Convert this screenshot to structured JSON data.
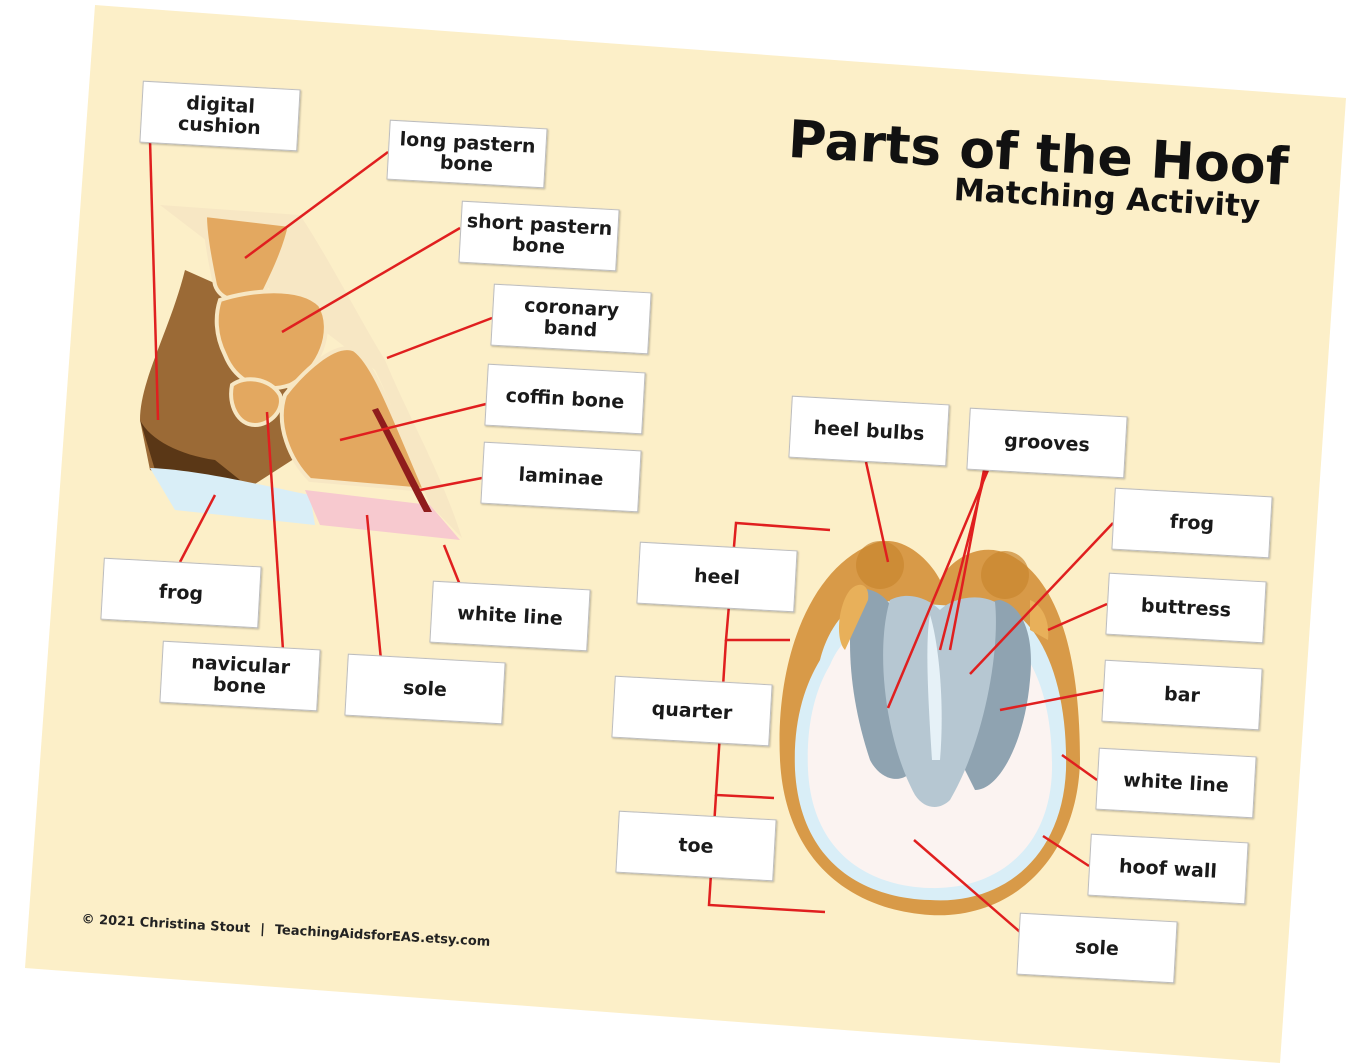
{
  "title": "Parts of the Hoof",
  "subtitle": "Matching Activity",
  "footer": {
    "copyright": "© 2021 Christina Stout",
    "separator": "|",
    "website": "TeachingAidsforEAS.etsy.com"
  },
  "side_view_labels": {
    "digital_cushion": "digital\ncushion",
    "long_pastern_bone": "long pastern\nbone",
    "short_pastern_bone": "short pastern\nbone",
    "coronary_band": "coronary\nband",
    "coffin_bone": "coffin bone",
    "laminae": "laminae",
    "frog": "frog",
    "navicular_bone": "navicular\nbone",
    "sole": "sole",
    "white_line": "white line"
  },
  "bottom_view_labels": {
    "heel_bulbs": "heel bulbs",
    "grooves": "grooves",
    "frog": "frog",
    "buttress": "buttress",
    "bar": "bar",
    "white_line": "white line",
    "hoof_wall": "hoof wall",
    "sole": "sole",
    "heel": "heel",
    "quarter": "quarter",
    "toe": "toe"
  },
  "colors": {
    "background": "#fcefc8",
    "leader_line": "#e01f1f",
    "bone": "#e3a860",
    "bone_outline": "#f7e7c4",
    "digital_cushion_dark": "#5a3716",
    "hoof_wall_brown": "#9b6a36",
    "frog_blue": "#d9eef7",
    "sole_pink": "#f7c9cf",
    "laminae_red": "#8f1c1c",
    "hoof_wall_gold": "#d89a48",
    "sole_white": "#fbf3f1",
    "frog_grey": "#8fa3b1"
  }
}
